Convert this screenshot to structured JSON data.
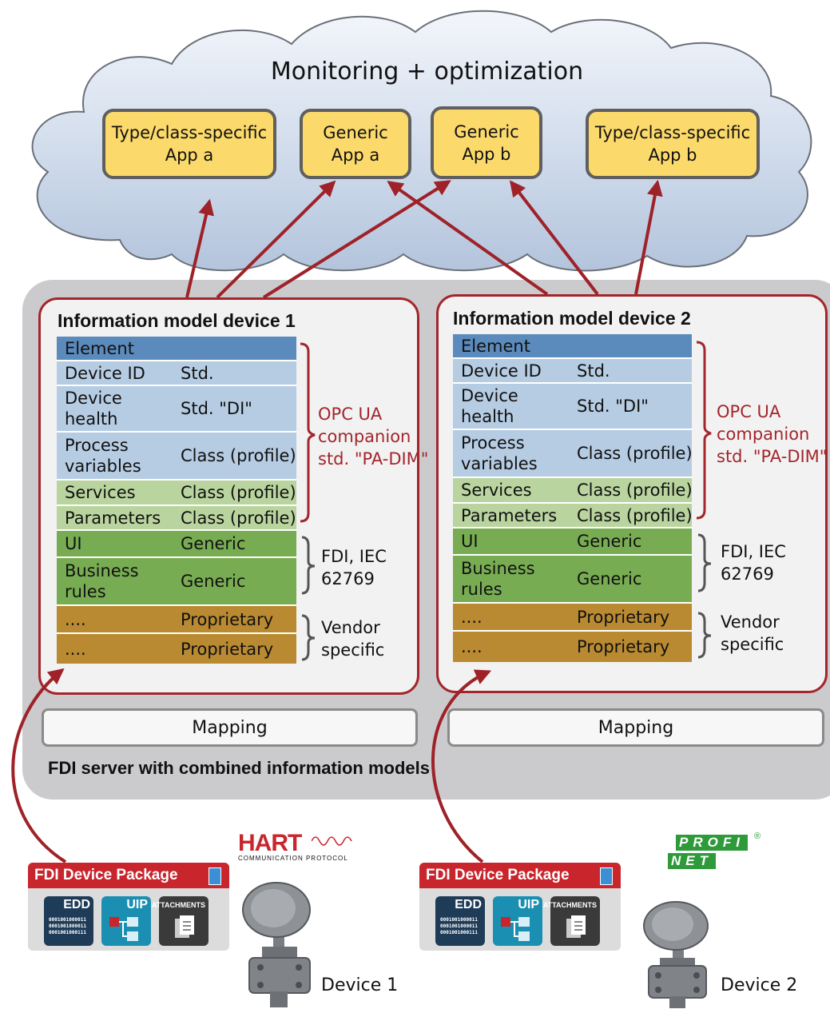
{
  "cloud": {
    "title": "Monitoring + optimization",
    "apps": [
      {
        "label": "Type/class-specific\nApp a"
      },
      {
        "label": "Generic\nApp a"
      },
      {
        "label": "Generic\nApp b"
      },
      {
        "label": "Type/class-specific\nApp b"
      }
    ]
  },
  "server": {
    "label": "FDI server with combined information models",
    "models": [
      {
        "title": "Information model device 1",
        "mapping": "Mapping"
      },
      {
        "title": "Information model device 2",
        "mapping": "Mapping"
      }
    ],
    "rows": [
      {
        "name": "Element",
        "value": ""
      },
      {
        "name": "Device ID",
        "value": "Std."
      },
      {
        "name": "Device\nhealth",
        "value": "Std. \"DI\""
      },
      {
        "name": "Process\nvariables",
        "value": "Class (profile)"
      },
      {
        "name": "Services",
        "value": "Class (profile)"
      },
      {
        "name": "Parameters",
        "value": "Class (profile)"
      },
      {
        "name": "UI",
        "value": "Generic"
      },
      {
        "name": "Business\nrules",
        "value": "Generic"
      },
      {
        "name": "....",
        "value": "Proprietary"
      },
      {
        "name": "....",
        "value": "Proprietary"
      }
    ],
    "braces": {
      "opcua": "OPC UA\ncompanion\nstd. \"PA-DIM\"",
      "fdi": "FDI, IEC\n62769",
      "vendor": "Vendor\nspecific"
    }
  },
  "packages": [
    {
      "title": "FDI Device Package",
      "tiles": [
        "EDD",
        "UIP",
        "ATTACHMENTS"
      ],
      "binary": "0001001000011\n0001001000011\n0001001000111",
      "device": "Device 1"
    },
    {
      "title": "FDI Device Package",
      "tiles": [
        "EDD",
        "UIP",
        "ATTACHMENTS"
      ],
      "binary": "0001001000011\n0001001000011\n0001001000111",
      "device": "Device 2"
    }
  ],
  "logos": {
    "hart": "HART",
    "hart_sub": "COMMUNICATION PROTOCOL",
    "profinet_top": "PROFI",
    "profinet_bottom": "NET",
    "registered": "®"
  },
  "colors": {
    "arrow": "#9e2228",
    "app_fill": "#fbd96b",
    "row_element": "#5b8bbd",
    "row_std": "#b6cce3",
    "row_services": "#b9d49e",
    "row_generic": "#78ac52",
    "row_proprietary": "#b98a31",
    "opcua_text": "#a3262c"
  }
}
